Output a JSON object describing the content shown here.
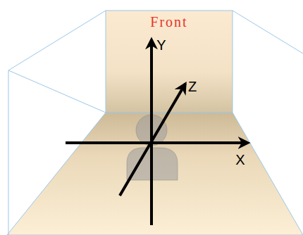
{
  "diagram": {
    "labels": [
      "Front",
      "Y",
      "Z",
      "X"
    ]
  }
}
